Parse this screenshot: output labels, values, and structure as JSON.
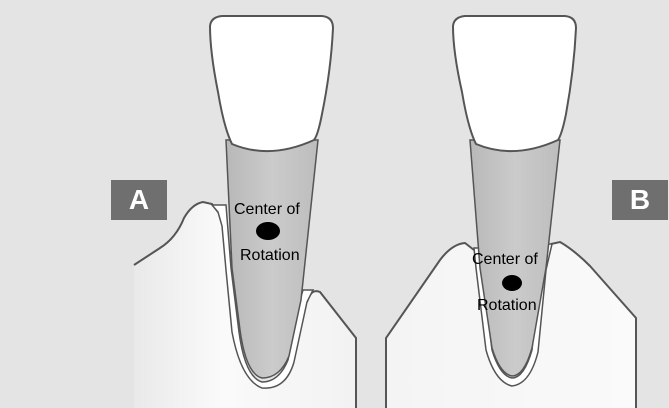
{
  "panels": {
    "a": {
      "badge": "A",
      "label_line1": "Center of",
      "label_line2": "Rotation"
    },
    "b": {
      "badge": "B",
      "label_line1": "Center of",
      "label_line2": "Rotation"
    }
  },
  "colors": {
    "background": "#e4e4e4",
    "badge": "#6f6f6f",
    "crown": "#ffffff",
    "root": "#c2c2c2",
    "bone": "#f7f7f7",
    "outline": "#555555",
    "rotation_point": "#000000"
  }
}
